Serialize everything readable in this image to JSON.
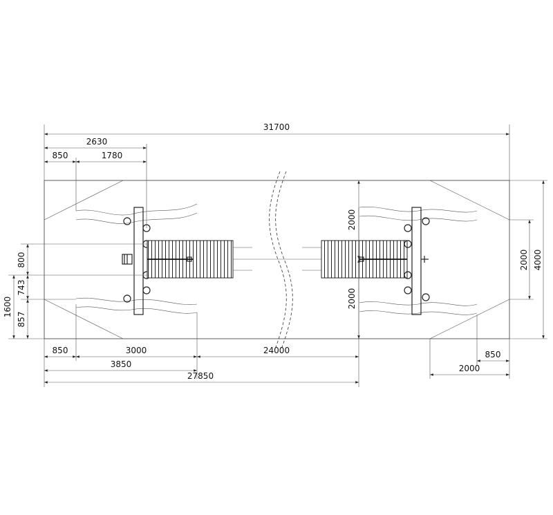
{
  "dimensions": {
    "overall_length": "31700",
    "left_2630": "2630",
    "left_850_top": "850",
    "left_1780": "1780",
    "left_850_bottom": "850",
    "left_3000": "3000",
    "mid_24000": "24000",
    "total_3850": "3850",
    "total_27850": "27850",
    "right_2000_bottom": "2000",
    "right_850_bottom": "850",
    "right_2000_upper": "2000",
    "right_2000_lower": "2000",
    "right_2000_mid": "2000",
    "right_4000": "4000",
    "left_800": "800",
    "left_743": "743",
    "left_857": "857",
    "left_1600": "1600"
  }
}
